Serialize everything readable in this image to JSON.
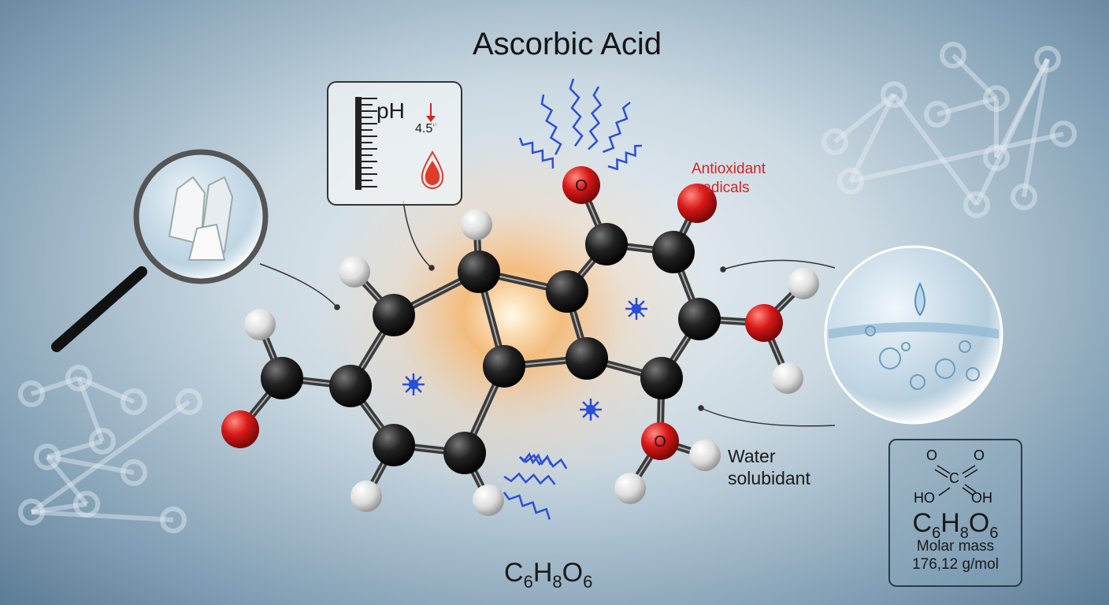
{
  "title": "Ascorbic Acid",
  "ph_panel": {
    "label": "pH",
    "value": "4.5",
    "superscript": "¹⁷"
  },
  "antioxidant_label": [
    "Antioxidant",
    "radicals"
  ],
  "water_label": [
    "Water",
    "solubidant"
  ],
  "formula_bottom": {
    "c": "C",
    "c_n": "6",
    "h": "H",
    "h_n": "8",
    "o": "O",
    "o_n": "6"
  },
  "info_panel": {
    "structure_atoms": {
      "o_left": "O",
      "o_right": "O",
      "center": "C",
      "ho": "HO",
      "oh": "OH"
    },
    "formula": {
      "c": "C",
      "c_n": "6",
      "h": "H",
      "h_n": "8",
      "o": "O",
      "o_n": "6"
    },
    "molar_mass_label": "Molar mass",
    "molar_mass_value": "176,12 g/mol"
  },
  "atom_label_oxygen": "O",
  "colors": {
    "carbon": "#222222",
    "oxygen": "#d81818",
    "hydrogen": "#e8e8e8",
    "radical": "#2a4fd8",
    "accent_red": "#d42424"
  }
}
